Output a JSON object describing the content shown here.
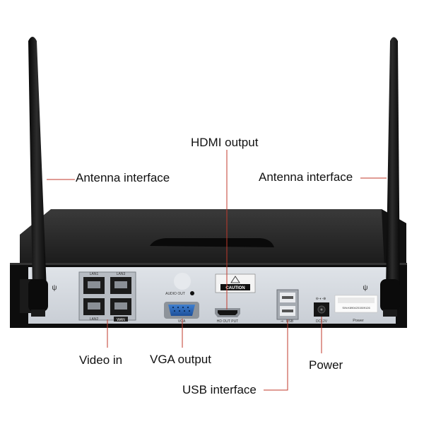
{
  "colors": {
    "leader_line": "#c0392b",
    "antenna": "#141414",
    "chassis_top": "#2b2b2b",
    "back_panel": "#0d0d0d",
    "port_panel": "#d9dde2"
  },
  "callouts": {
    "hdmi": "HDMI output",
    "antenna_left": "Antenna interface",
    "antenna_right": "Antenna interface",
    "video_in": "Video in",
    "vga": "VGA output",
    "power": "Power",
    "usb": "USB interface"
  },
  "panel_labels": {
    "lan1": "LAN1",
    "lan2": "LAN2",
    "lan3": "LAN3",
    "wan": "WAN",
    "audio_out": "AUDIO OUT",
    "vga": "VGA",
    "hdmi": "HD OUT PUT",
    "caution": "CAUTION",
    "usb": "USB",
    "dc": "DC12V",
    "power": "Power",
    "serial": "S/N:K8904201509126"
  },
  "icons": [
    "wifi-antenna-symbol-icon",
    "usb-symbol-icon",
    "dc-polarity-icon",
    "warning-triangle-icon"
  ]
}
